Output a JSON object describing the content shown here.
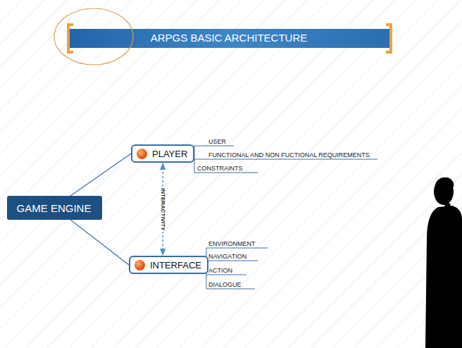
{
  "diagram": {
    "title": "ARPGS BASIC ARCHITECTURE",
    "nodes": [
      {
        "text": [
          "GAME ENGINE"
        ]
      },
      {
        "text": [
          "PLAYER"
        ]
      },
      {
        "text": [
          "INTERFACE"
        ]
      }
    ],
    "edges": [
      {
        "from": 0,
        "to": 1,
        "arrow": "none"
      },
      {
        "from": 0,
        "to": 2,
        "arrow": "none"
      },
      {
        "from": 1,
        "to": 2,
        "label": "INTERACTIVITY",
        "arrow": "both"
      }
    ],
    "labels": [
      "USER",
      "FUNCTIONAL AND NON FUCTIONAL REQUIREMENTS",
      "CONSTRAINTS",
      "ENVIRONMENT",
      "NAVIGATION",
      "ACTION",
      "DIALOGUE"
    ]
  }
}
